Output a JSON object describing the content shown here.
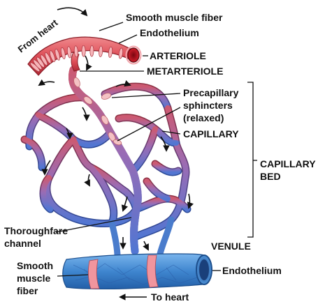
{
  "labels": {
    "from_heart": "From heart",
    "smooth_muscle_fiber_top": "Smooth muscle fiber",
    "endothelium_top": "Endothelium",
    "arteriole": "ARTERIOLE",
    "metarteriole": "METARTERIOLE",
    "precapillary_1": "Precapillary",
    "precapillary_2": "sphincters",
    "precapillary_3": "(relaxed)",
    "capillary": "CAPILLARY",
    "capillary_bed_1": "CAPILLARY",
    "capillary_bed_2": "BED",
    "thoroughfare_1": "Thoroughfare",
    "thoroughfare_2": "channel",
    "venule": "VENULE",
    "endothelium_bottom": "Endothelium",
    "smooth_bottom_1": "Smooth",
    "smooth_bottom_2": "muscle",
    "smooth_bottom_3": "fiber",
    "to_heart": "To heart"
  },
  "colors": {
    "arteriole_red": "#e0505a",
    "capillary_pink": "#c9607e",
    "capillary_purple": "#9a6cb4",
    "capillary_blue": "#5d7fd0",
    "venule_blue": "#3f86cf",
    "muscle_band": "#f3a6ac",
    "lumen_red": "#b0101c"
  }
}
